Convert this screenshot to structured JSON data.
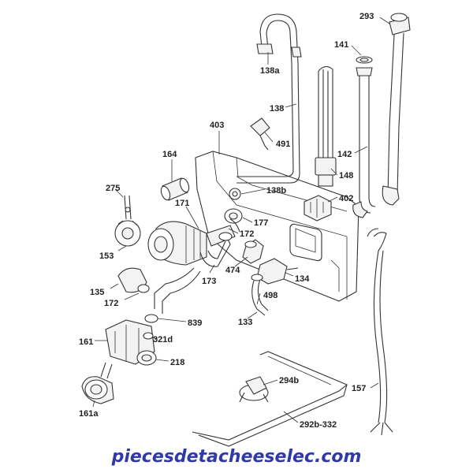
{
  "labels": {
    "l293": "293",
    "l141": "141",
    "l138a": "138a",
    "l138": "138",
    "l403": "403",
    "l491": "491",
    "l164": "164",
    "l142": "142",
    "l148": "148",
    "l275": "275",
    "l138b": "138b",
    "l402": "402",
    "l171": "171",
    "l177": "177",
    "l172a": "172",
    "l153": "153",
    "l474": "474",
    "l173": "173",
    "l134": "134",
    "l135": "135",
    "l172b": "172",
    "l498": "498",
    "l839": "839",
    "l133": "133",
    "l161": "161",
    "l321d": "321d",
    "l218": "218",
    "l294b": "294b",
    "l157": "157",
    "l161a": "161a",
    "l292b332": "292b-332"
  },
  "watermark": "piecesdetacheeselec.com",
  "colors": {
    "line": "#333333",
    "fill": "#f3f3f3",
    "watermark": "#2f3aa8"
  }
}
